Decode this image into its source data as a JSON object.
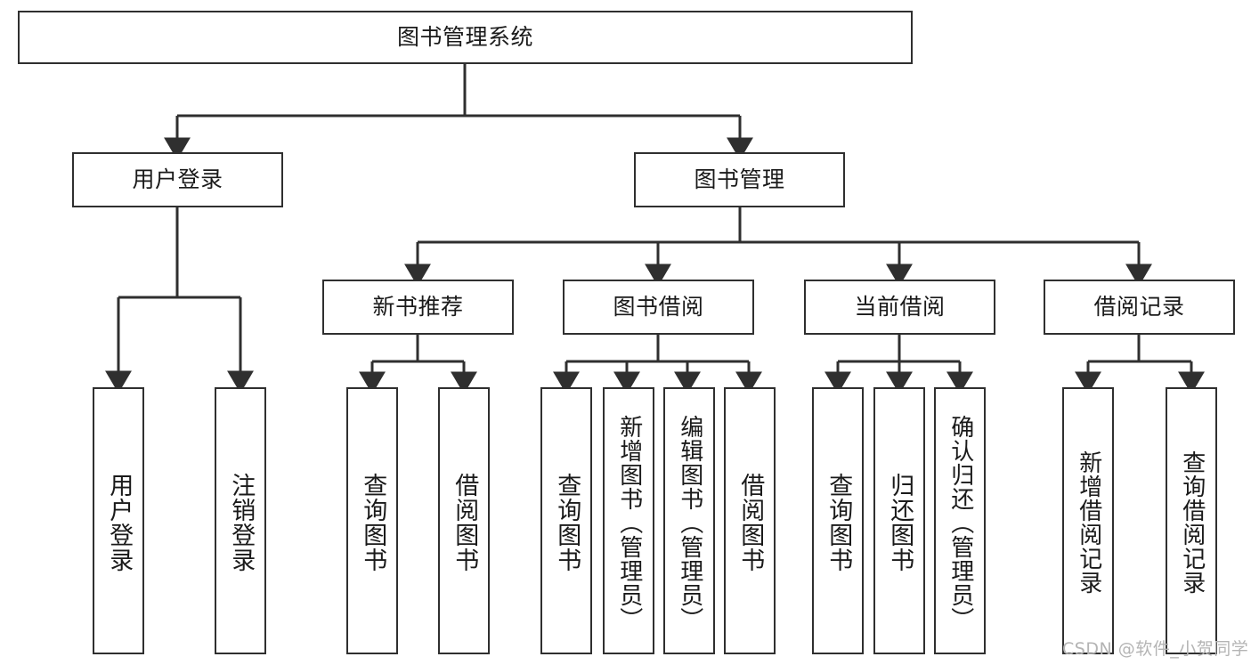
{
  "diagram": {
    "title_node": {
      "label": "图书管理系统"
    },
    "level2": [
      {
        "id": "user-login",
        "label": "用户登录"
      },
      {
        "id": "book-management",
        "label": "图书管理"
      }
    ],
    "level3": [
      {
        "id": "new-book-recommend",
        "label": "新书推荐"
      },
      {
        "id": "book-borrow",
        "label": "图书借阅"
      },
      {
        "id": "current-borrow",
        "label": "当前借阅"
      },
      {
        "id": "borrow-record",
        "label": "借阅记录"
      }
    ],
    "leaves": {
      "user_login": [
        {
          "id": "leaf-user-login",
          "label": "用户登录"
        },
        {
          "id": "leaf-logout-login",
          "label": "注销登录"
        }
      ],
      "new_book_recommend": [
        {
          "id": "leaf-query-book-1",
          "label": "查询图书"
        },
        {
          "id": "leaf-borrow-book-1",
          "label": "借阅图书"
        }
      ],
      "book_borrow": [
        {
          "id": "leaf-query-book-2",
          "label": "查询图书"
        },
        {
          "id": "leaf-add-book",
          "label": "新增图书（管理员）"
        },
        {
          "id": "leaf-edit-book",
          "label": "编辑图书（管理员）"
        },
        {
          "id": "leaf-borrow-book-2",
          "label": "借阅图书"
        }
      ],
      "current_borrow": [
        {
          "id": "leaf-query-book-3",
          "label": "查询图书"
        },
        {
          "id": "leaf-return-book",
          "label": "归还图书"
        },
        {
          "id": "leaf-confirm-return",
          "label": "确认归还（管理员）"
        }
      ],
      "borrow_record": [
        {
          "id": "leaf-add-borrow-record",
          "label": "新增借阅记录"
        },
        {
          "id": "leaf-query-borrow-record",
          "label": "查询借阅记录"
        }
      ]
    }
  },
  "watermark": {
    "text": "CSDN @软件_小贺同学"
  },
  "colors": {
    "border": "#2f2f2f",
    "background": "#ffffff",
    "text": "#1a1a1a",
    "watermark": "#b4b4b4"
  }
}
